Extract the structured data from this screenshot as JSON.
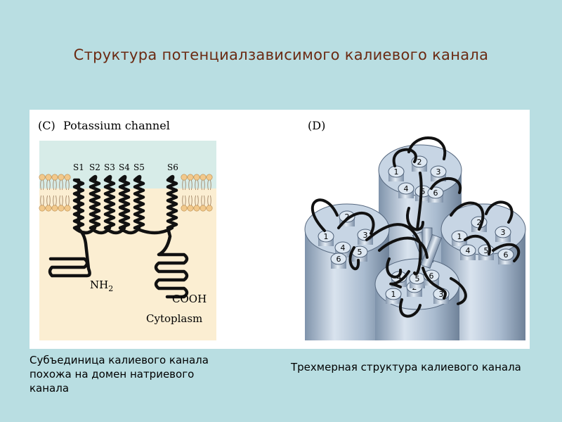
{
  "title": "Структура потенциалзависимого калиевого канала",
  "figure": {
    "panel_c_label": "(C)",
    "panel_c_title": "Potassium channel",
    "panel_d_label": "(D)",
    "segments": [
      "S1",
      "S2",
      "S3",
      "S4",
      "S5",
      "S6"
    ],
    "nh2": "NH",
    "nh2_sub": "2",
    "cooh": "COOH",
    "cytoplasm": "Cytoplasm",
    "subunit_numbers": [
      "1",
      "2",
      "3",
      "4",
      "5",
      "6"
    ]
  },
  "captions": {
    "left": "Субъединица  калиевого канала  похожа на  домен натриевого канала",
    "right": "Трехмерная структура калиевого канала"
  },
  "colors": {
    "background": "#b9dee2",
    "title": "#6b2a12",
    "membrane_top": "#d7ece8",
    "cytoplasm": "#fbeed2",
    "lipid_head": "#f2c98c",
    "cylinder": "#aebfd3"
  }
}
